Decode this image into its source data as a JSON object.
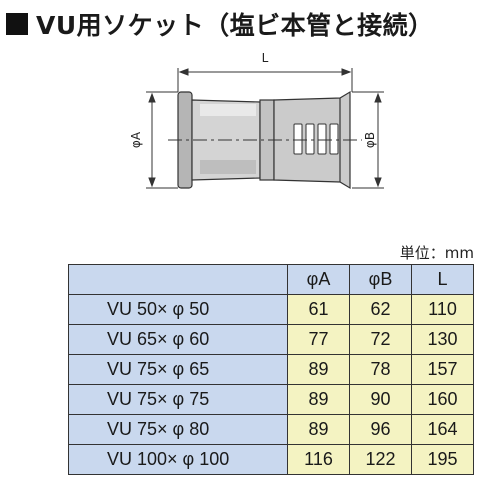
{
  "title": "VU用ソケット（塩ビ本管と接続）",
  "diagram": {
    "length_label": "L",
    "diam_a_label": "φA",
    "diam_b_label": "φB"
  },
  "unit": "単位：mm",
  "table": {
    "headers": [
      "",
      "φA",
      "φB",
      "L"
    ],
    "rows": [
      {
        "spec": "VU   50× φ   50",
        "a": "61",
        "b": "62",
        "l": "110"
      },
      {
        "spec": "VU   65× φ   60",
        "a": "77",
        "b": "72",
        "l": "130"
      },
      {
        "spec": "VU   75× φ   65",
        "a": "89",
        "b": "78",
        "l": "157"
      },
      {
        "spec": "VU   75× φ   75",
        "a": "89",
        "b": "90",
        "l": "160"
      },
      {
        "spec": "VU   75× φ   80",
        "a": "89",
        "b": "96",
        "l": "164"
      },
      {
        "spec": "VU 100× φ 100",
        "a": "116",
        "b": "122",
        "l": "195"
      }
    ]
  }
}
